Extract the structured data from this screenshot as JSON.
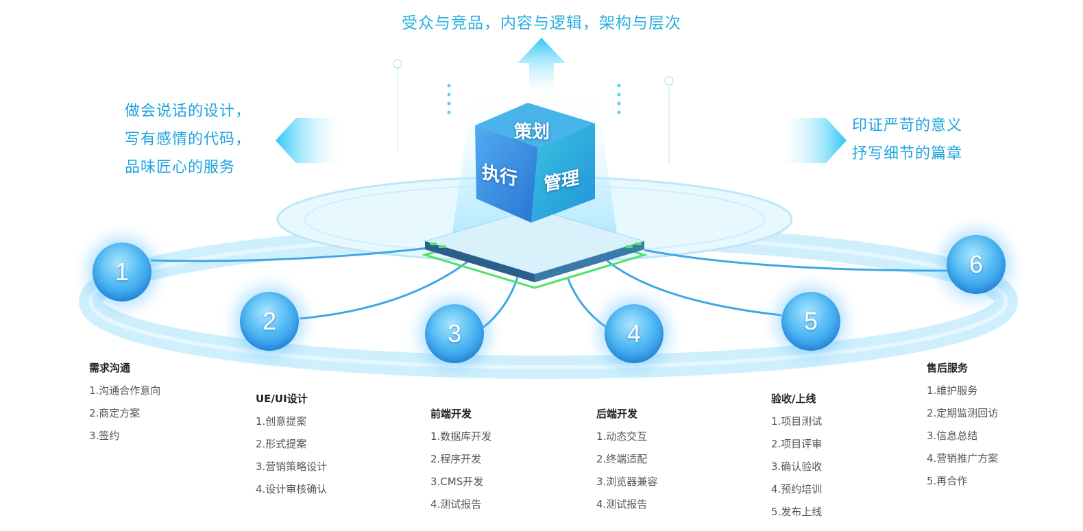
{
  "header": {
    "tagline": "受众与竞品，内容与逻辑，架构与层次"
  },
  "slogans": {
    "left": [
      "做会说话的设计，",
      "写有感情的代码，",
      "品味匠心的服务"
    ],
    "right": [
      "印证严苛的意义",
      "抒写细节的篇章"
    ]
  },
  "cube": {
    "top": "策划",
    "left": "执行",
    "right": "管理"
  },
  "colors": {
    "accent": "#1fa3de",
    "ring": "#bde8fb",
    "node": "#2b8fe4",
    "platform_glow": "#4be36a"
  },
  "steps": [
    {
      "number": "1",
      "title": "需求沟通",
      "items": [
        "1.沟通合作意向",
        "2.商定方案",
        "3.签约"
      ]
    },
    {
      "number": "2",
      "title": "UE/UI设计",
      "items": [
        "1.创意提案",
        "2.形式提案",
        "3.营销策略设计",
        "4.设计审核确认"
      ]
    },
    {
      "number": "3",
      "title": "前端开发",
      "items": [
        "1.数据库开发",
        "2.程序开发",
        "3.CMS开发",
        "4.测试报告"
      ]
    },
    {
      "number": "4",
      "title": "后端开发",
      "items": [
        "1.动态交互",
        "2.终端适配",
        "3.浏览器兼容",
        "4.测试报告"
      ]
    },
    {
      "number": "5",
      "title": "验收/上线",
      "items": [
        "1.项目测试",
        "2.项目评审",
        "3.确认验收",
        "4.预约培训",
        "5.发布上线"
      ]
    },
    {
      "number": "6",
      "title": "售后服务",
      "items": [
        "1.维护服务",
        "2.定期监测回访",
        "3.信息总结",
        "4.营销推广方案",
        "5.再合作"
      ]
    }
  ]
}
